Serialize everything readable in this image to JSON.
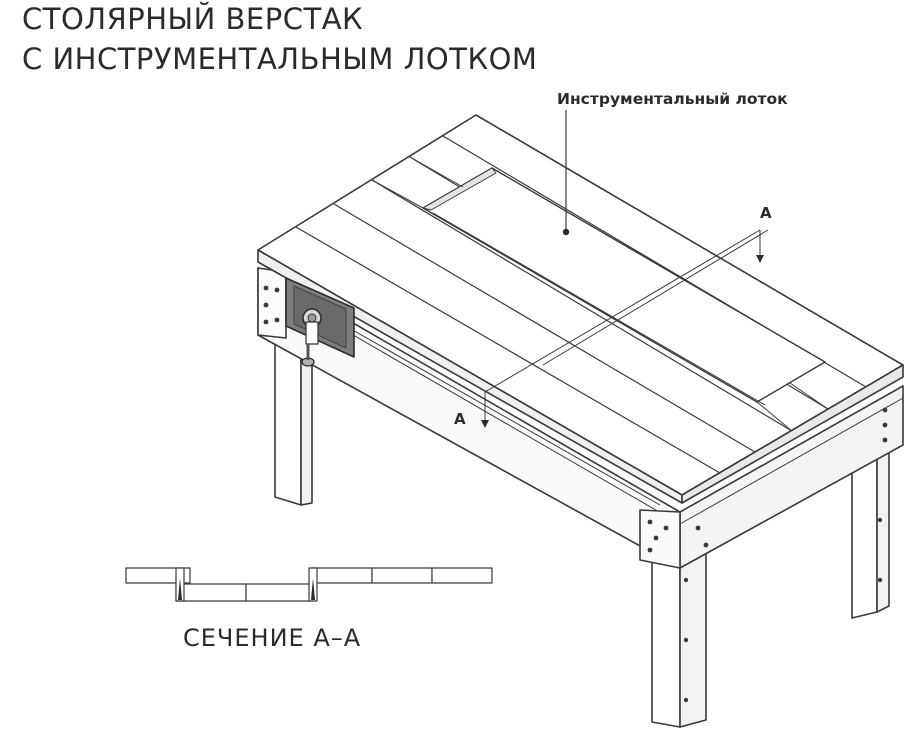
{
  "title": {
    "line1": "СТОЛЯРНЫЙ ВЕРСТАК",
    "line2": "С ИНСТРУМЕНТАЛЬНЫМ ЛОТКОМ"
  },
  "callouts": {
    "tool_tray": "Инструментальный лоток",
    "section_mark_top": "A",
    "section_mark_bottom": "A"
  },
  "section_view": {
    "caption": "СЕЧЕНИЕ А–А"
  }
}
